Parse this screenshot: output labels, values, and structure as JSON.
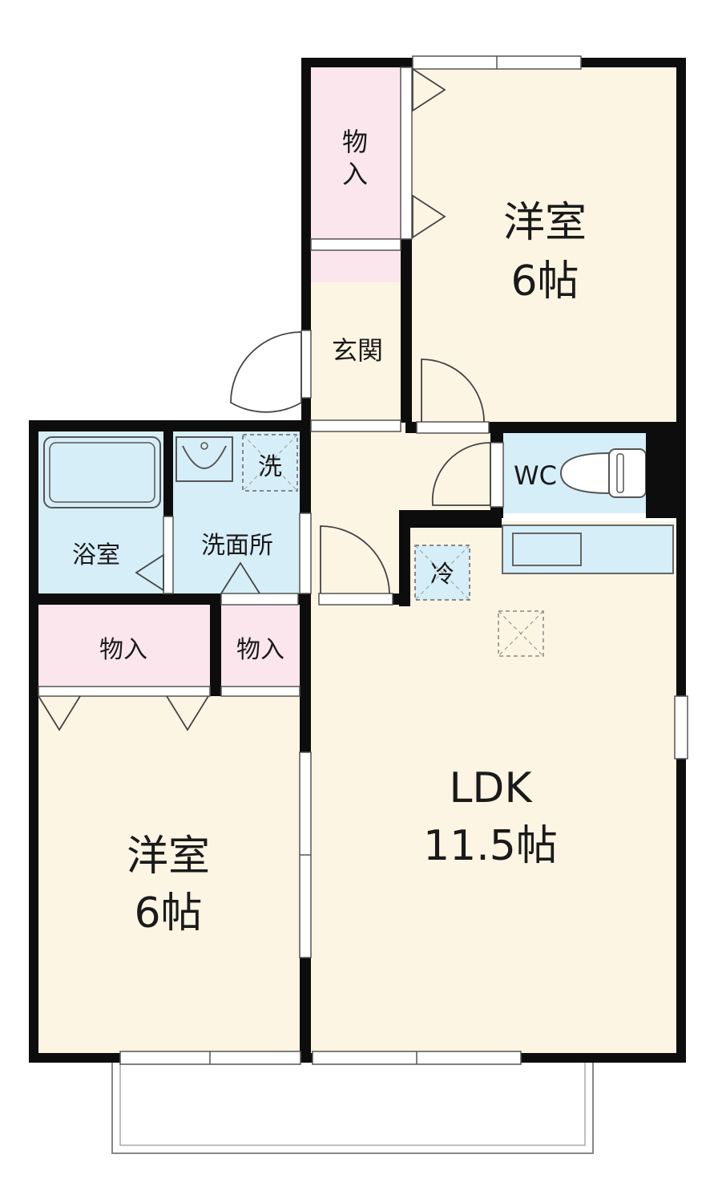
{
  "rooms": {
    "western_top": {
      "name": "洋室",
      "size": "6帖"
    },
    "storage_top": {
      "label_line1": "物",
      "label_line2": "入"
    },
    "entrance": {
      "label": "玄関"
    },
    "wc": {
      "label": "WC"
    },
    "bath": {
      "label": "浴室"
    },
    "washroom": {
      "label": "洗面所"
    },
    "washer": {
      "label": "洗"
    },
    "fridge": {
      "label": "冷"
    },
    "storage_left": {
      "label": "物入"
    },
    "storage_mid": {
      "label": "物入"
    },
    "western_bottom": {
      "name": "洋室",
      "size": "6帖"
    },
    "ldk": {
      "name": "LDK",
      "size": "11.5帖"
    }
  },
  "colors": {
    "room_floor": "#fdf5e3",
    "storage": "#fbe6ee",
    "wet_area": "#d6eef8",
    "wall": "#0d0d0d"
  }
}
